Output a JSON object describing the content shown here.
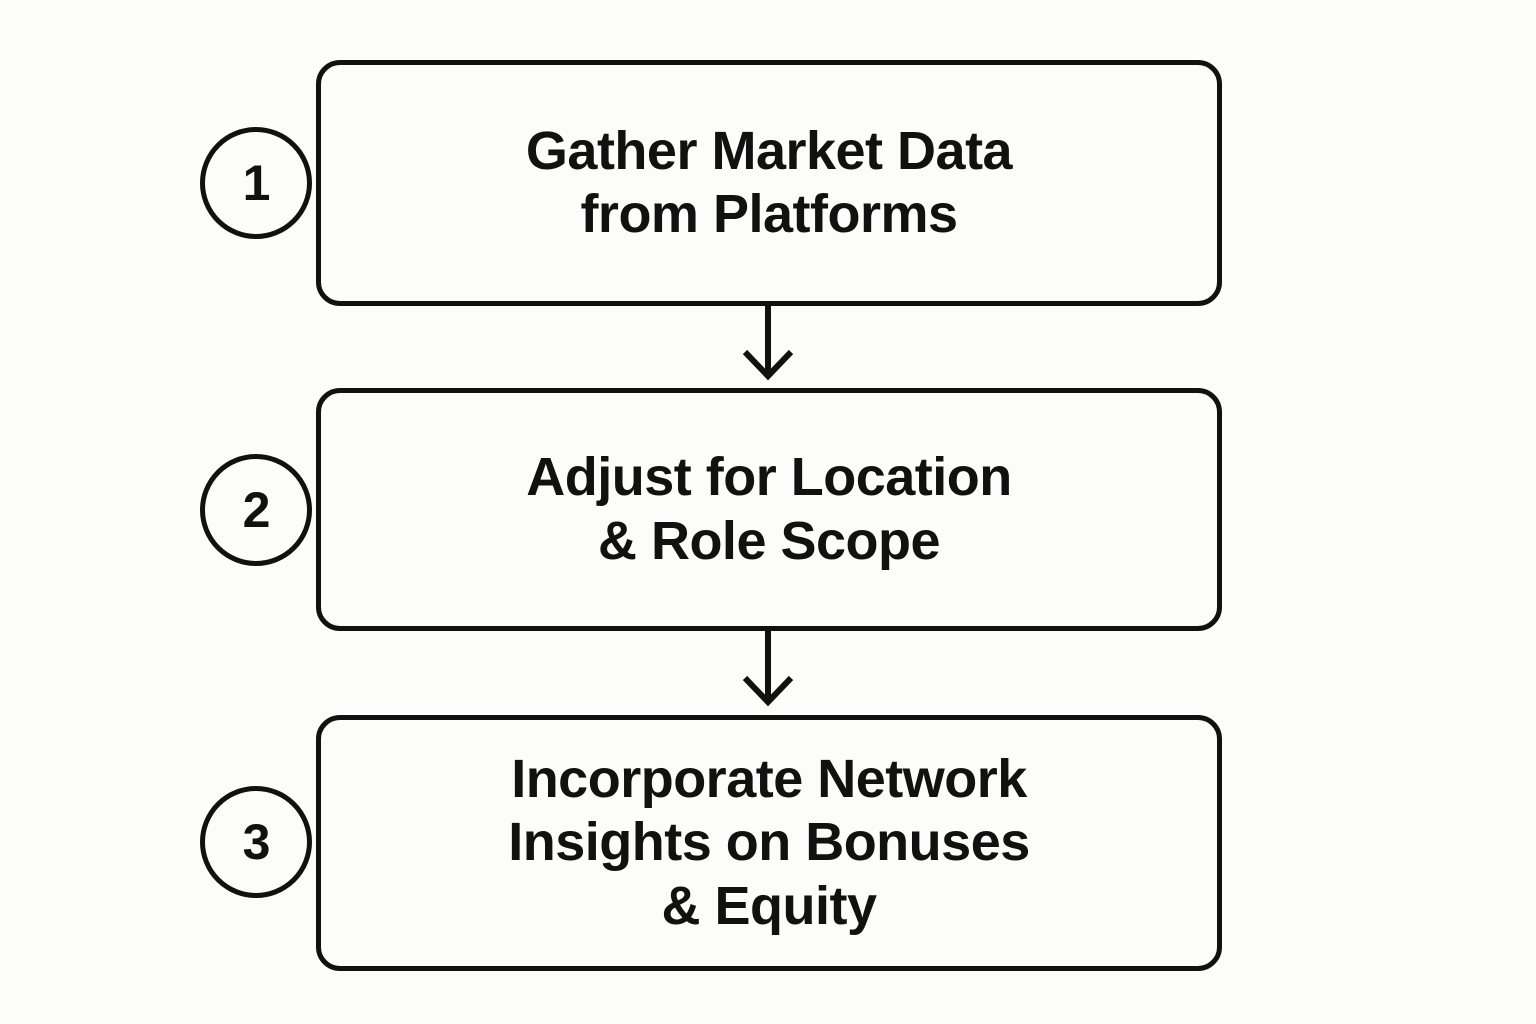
{
  "diagram": {
    "type": "vertical-flowchart",
    "orientation": "top-to-bottom",
    "background_color": "#fcfcfa",
    "stroke_color": "#111111",
    "text_color": "#111111",
    "steps": [
      {
        "number": "1",
        "label": "Gather Market Data\nfrom Platforms",
        "lines": [
          "Gather Market Data",
          "from Platforms"
        ]
      },
      {
        "number": "2",
        "label": "Adjust for Location\n& Role Scope",
        "lines": [
          "Adjust for Location",
          "& Role Scope"
        ]
      },
      {
        "number": "3",
        "label": "Incorporate Network\nInsights on Bonuses\n& Equity",
        "lines": [
          "Incorporate Network",
          "Insights on Bonuses",
          "& Equity"
        ]
      }
    ],
    "connectors": [
      {
        "from": "1",
        "to": "2",
        "icon": "arrow-down-icon"
      },
      {
        "from": "2",
        "to": "3",
        "icon": "arrow-down-icon"
      }
    ]
  }
}
